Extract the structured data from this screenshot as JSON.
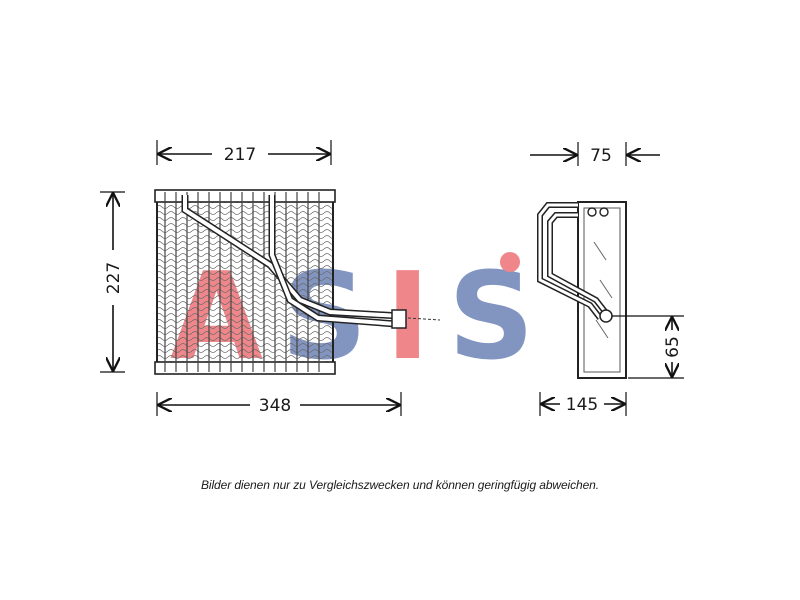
{
  "watermark": {
    "text": "ASIS",
    "colors": {
      "red": "#e3242b",
      "blue": "#1d3f8f"
    }
  },
  "dimensions": {
    "width_top": "217",
    "height_left": "227",
    "width_bottom": "348",
    "depth_top": "75",
    "depth_bottom": "145",
    "pipe_height": "65"
  },
  "caption": "Bilder dienen nur zu Vergleichszwecken und können geringfügig abweichen.",
  "icons": [
    "evaporator-front-view",
    "evaporator-side-view"
  ]
}
